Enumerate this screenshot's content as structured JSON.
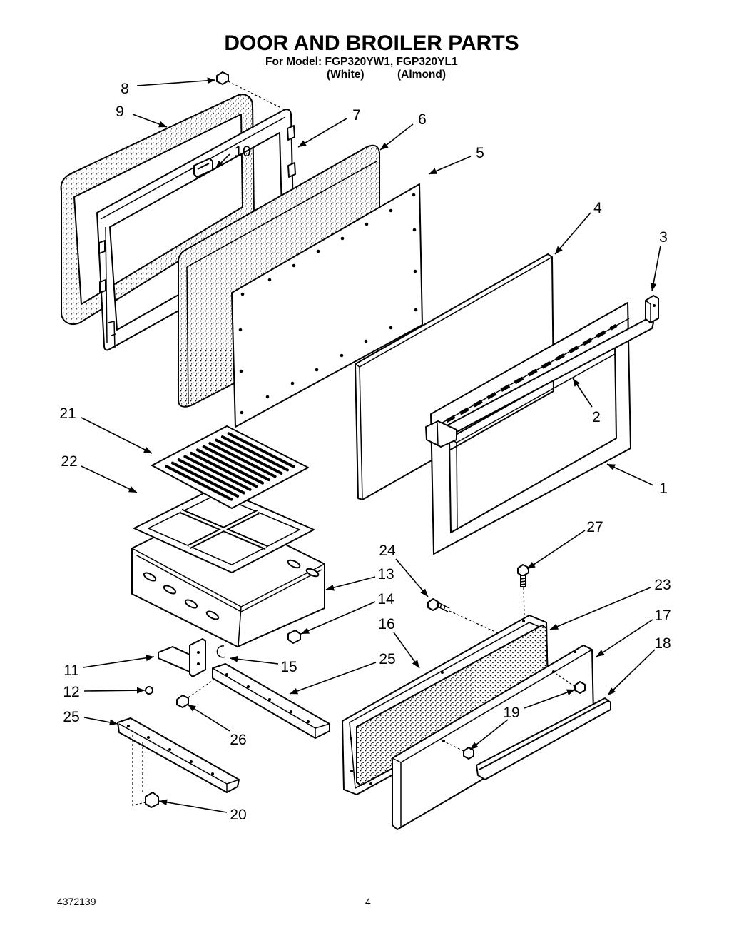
{
  "title": "DOOR AND BROILER PARTS",
  "model_line": "For Model: FGP320YW1, FGP320YL1",
  "color_variants": [
    "(White)",
    "(Almond)"
  ],
  "callouts": [
    "8",
    "9",
    "7",
    "6",
    "10",
    "5",
    "4",
    "3",
    "2",
    "1",
    "21",
    "22",
    "27",
    "24",
    "13",
    "14",
    "23",
    "17",
    "16",
    "18",
    "11",
    "15",
    "25",
    "12",
    "19",
    "25",
    "26",
    "20"
  ],
  "footer": {
    "doc_number": "4372139",
    "page_number": "4"
  }
}
